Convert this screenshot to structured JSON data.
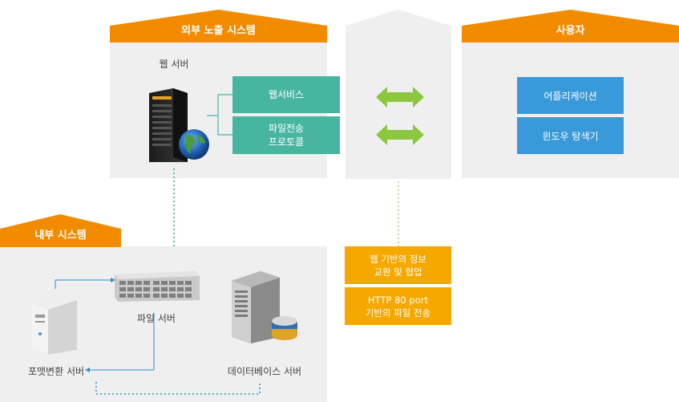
{
  "colors": {
    "orange": "#f38b00",
    "teal": "#48b69f",
    "blue": "#3a9ad9",
    "yellow": "#f5a800",
    "arrow_green": "#8dc63f",
    "panel": "#efefef",
    "connector_blue": "#2f8fc8",
    "dotted_teal": "#2ea58a"
  },
  "external": {
    "title": "외부 노출 시스템",
    "server_label": "웹 서버",
    "box1": "웹서비스",
    "box2_line1": "파일전송",
    "box2_line2": "프로토콜"
  },
  "user": {
    "title": "사용자",
    "box1": "어플리케이션",
    "box2": "윈도우 탐색기"
  },
  "internal": {
    "title": "내부 시스템",
    "file_server": "파일 서버",
    "format_server": "포맷변환 서버",
    "db_server": "데이터베이스 서버"
  },
  "notes": {
    "note1_line1": "웹 기반의 정보",
    "note1_line2": "교환 및 협업",
    "note2_line1": "HTTP 80 port",
    "note2_line2": "기반의 파일 전송"
  },
  "icons": [
    "web-server-rack-icon",
    "globe-icon",
    "double-arrow-icon",
    "storage-array-icon",
    "pc-tower-icon",
    "database-server-icon"
  ]
}
